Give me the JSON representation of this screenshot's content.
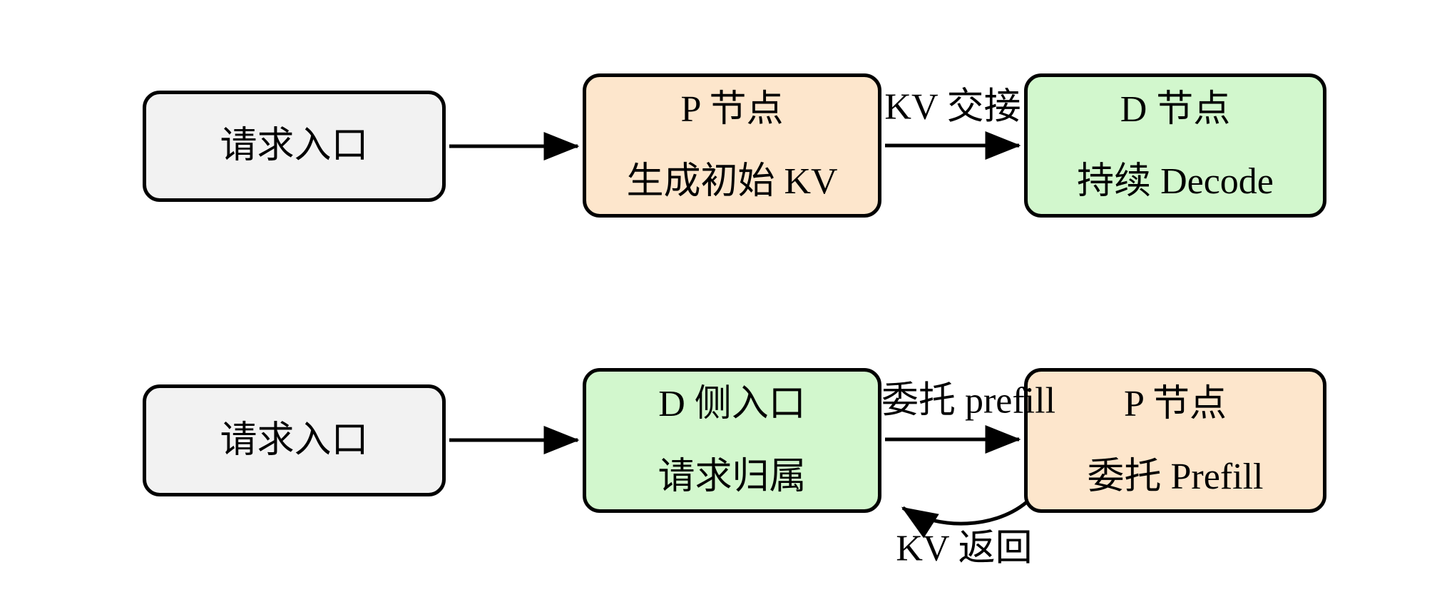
{
  "colors": {
    "entry_fill": "#f2f2f2",
    "prefill_fill": "#fde6cc",
    "decode_fill": "#d2f7cd",
    "stroke": "#000000",
    "bg": "#ffffff"
  },
  "row1": {
    "entry_label": "请求入口",
    "p_node_line1": "P 节点",
    "p_node_line2": "生成初始 KV",
    "d_node_line1": "D 节点",
    "d_node_line2": "持续 Decode",
    "edge_kv_handoff_label": "KV 交接"
  },
  "row2": {
    "entry_label": "请求入口",
    "d_entry_line1": "D 侧入口",
    "d_entry_line2": "请求归属",
    "p_node_line1": "P 节点",
    "p_node_line2": "委托 Prefill",
    "edge_delegate_label": "委托 prefill",
    "edge_kv_return_label": "KV 返回"
  }
}
